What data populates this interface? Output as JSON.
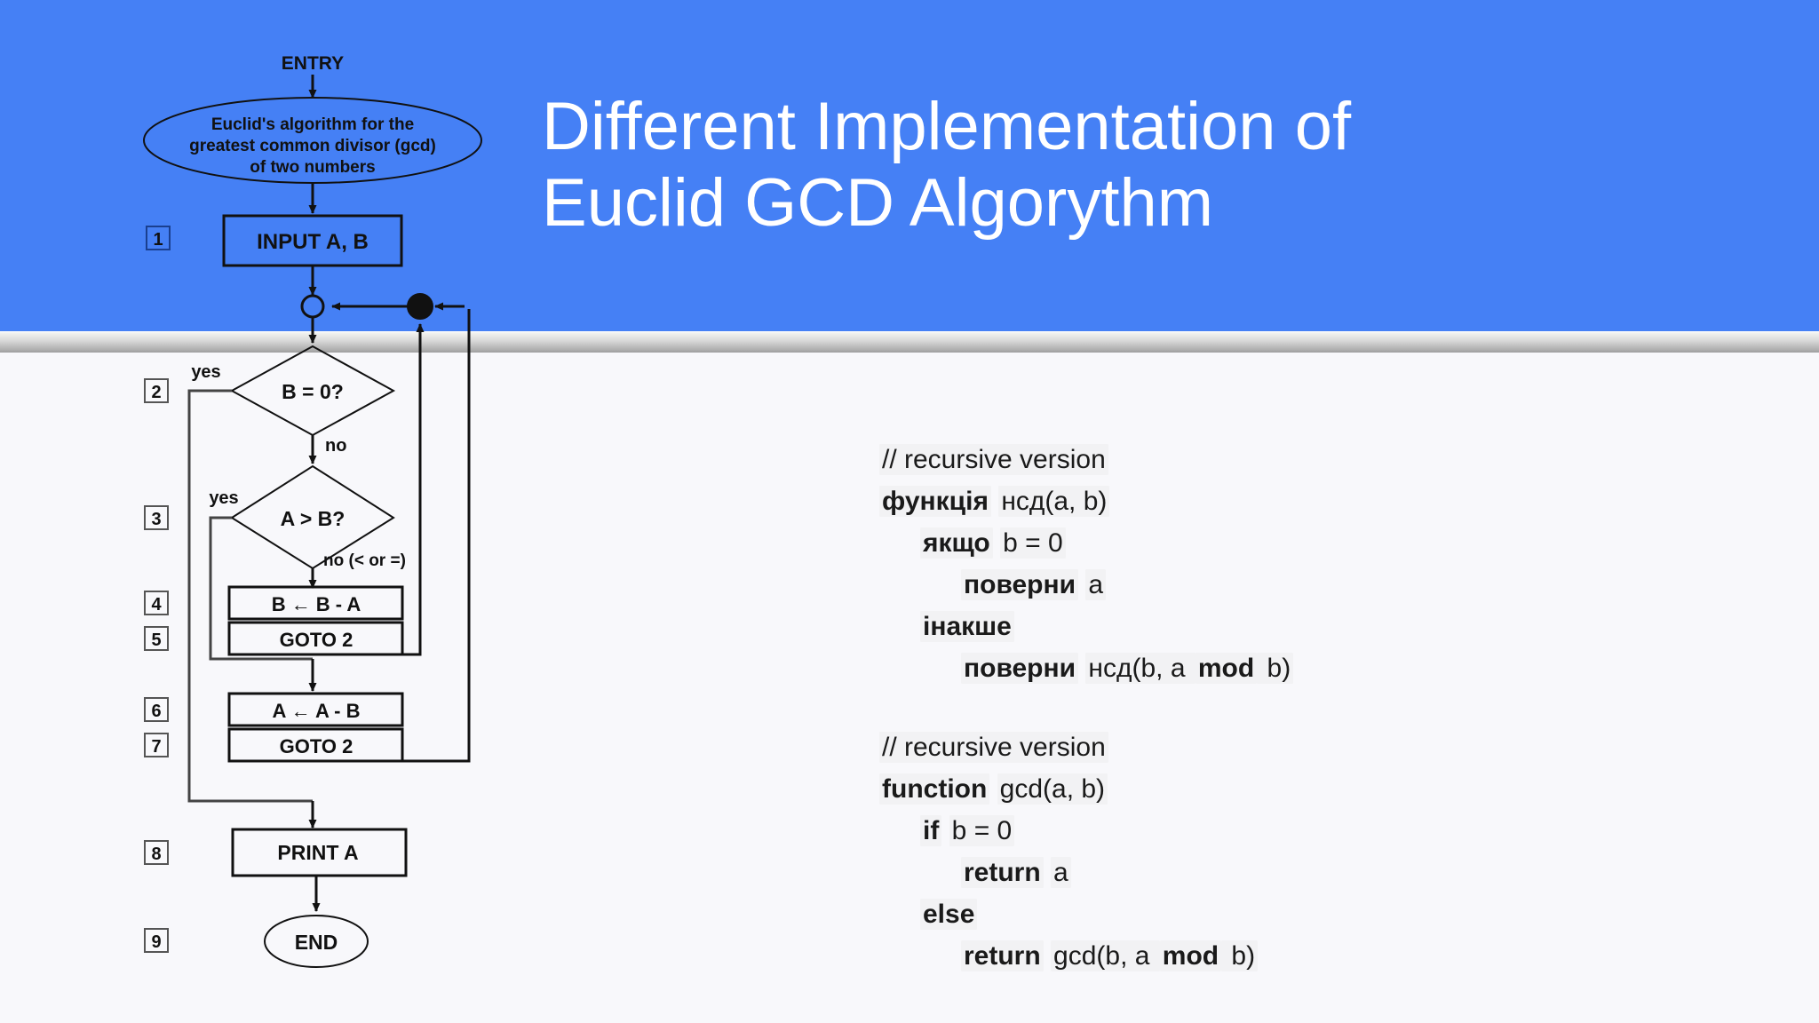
{
  "slide": {
    "title": "Different Implementation of\nEuclid GCD Algorythm",
    "header_color": "#4580f5",
    "title_color": "#ffffff",
    "background_color": "#f8f8fb"
  },
  "flowchart": {
    "entry_label": "ENTRY",
    "start_ellipse": {
      "line1": "Euclid's algorithm for the",
      "line2": "greatest common divisor (gcd)",
      "line3": "of two numbers"
    },
    "steps": [
      {
        "number": "1",
        "kind": "process",
        "text": "INPUT A, B"
      },
      {
        "number": "2",
        "kind": "decision",
        "text": "B = 0?",
        "yes_label": "yes",
        "no_label": "no"
      },
      {
        "number": "3",
        "kind": "decision",
        "text": "A > B?",
        "yes_label": "yes",
        "no_label": "no (< or =)"
      },
      {
        "number": "4",
        "kind": "process",
        "text": "B ← B - A"
      },
      {
        "number": "5",
        "kind": "process",
        "text": "GOTO 2"
      },
      {
        "number": "6",
        "kind": "process",
        "text": "A ← A - B"
      },
      {
        "number": "7",
        "kind": "process",
        "text": "GOTO 2"
      },
      {
        "number": "8",
        "kind": "process",
        "text": "PRINT A"
      },
      {
        "number": "9",
        "kind": "terminal",
        "text": "END"
      }
    ]
  },
  "code_ukrainian": {
    "comment": "// recursive version",
    "lines": [
      {
        "indent": 0,
        "parts": [
          {
            "t": "функція",
            "bold": true
          },
          {
            "t": "нсд(a, b)",
            "bold": false
          }
        ]
      },
      {
        "indent": 1,
        "parts": [
          {
            "t": "якщо",
            "bold": true
          },
          {
            "t": "b = 0",
            "bold": false
          }
        ]
      },
      {
        "indent": 2,
        "parts": [
          {
            "t": "поверни",
            "bold": true
          },
          {
            "t": "a",
            "bold": false
          }
        ]
      },
      {
        "indent": 1,
        "parts": [
          {
            "t": "інакше",
            "bold": true
          }
        ]
      },
      {
        "indent": 2,
        "parts": [
          {
            "t": "поверни",
            "bold": true
          },
          {
            "t": "нсд(b, a ",
            "bold": false
          },
          {
            "t": "mod",
            "bold": true
          },
          {
            "t": " b)",
            "bold": false
          }
        ]
      }
    ]
  },
  "code_english": {
    "comment": "// recursive version",
    "lines": [
      {
        "indent": 0,
        "parts": [
          {
            "t": "function",
            "bold": true
          },
          {
            "t": "gcd(a, b)",
            "bold": false
          }
        ]
      },
      {
        "indent": 1,
        "parts": [
          {
            "t": "if",
            "bold": true
          },
          {
            "t": "b = 0",
            "bold": false
          }
        ]
      },
      {
        "indent": 2,
        "parts": [
          {
            "t": "return",
            "bold": true
          },
          {
            "t": "a",
            "bold": false
          }
        ]
      },
      {
        "indent": 1,
        "parts": [
          {
            "t": "else",
            "bold": true
          }
        ]
      },
      {
        "indent": 2,
        "parts": [
          {
            "t": "return",
            "bold": true
          },
          {
            "t": "gcd(b, a ",
            "bold": false
          },
          {
            "t": "mod",
            "bold": true
          },
          {
            "t": " b)",
            "bold": false
          }
        ]
      }
    ]
  }
}
